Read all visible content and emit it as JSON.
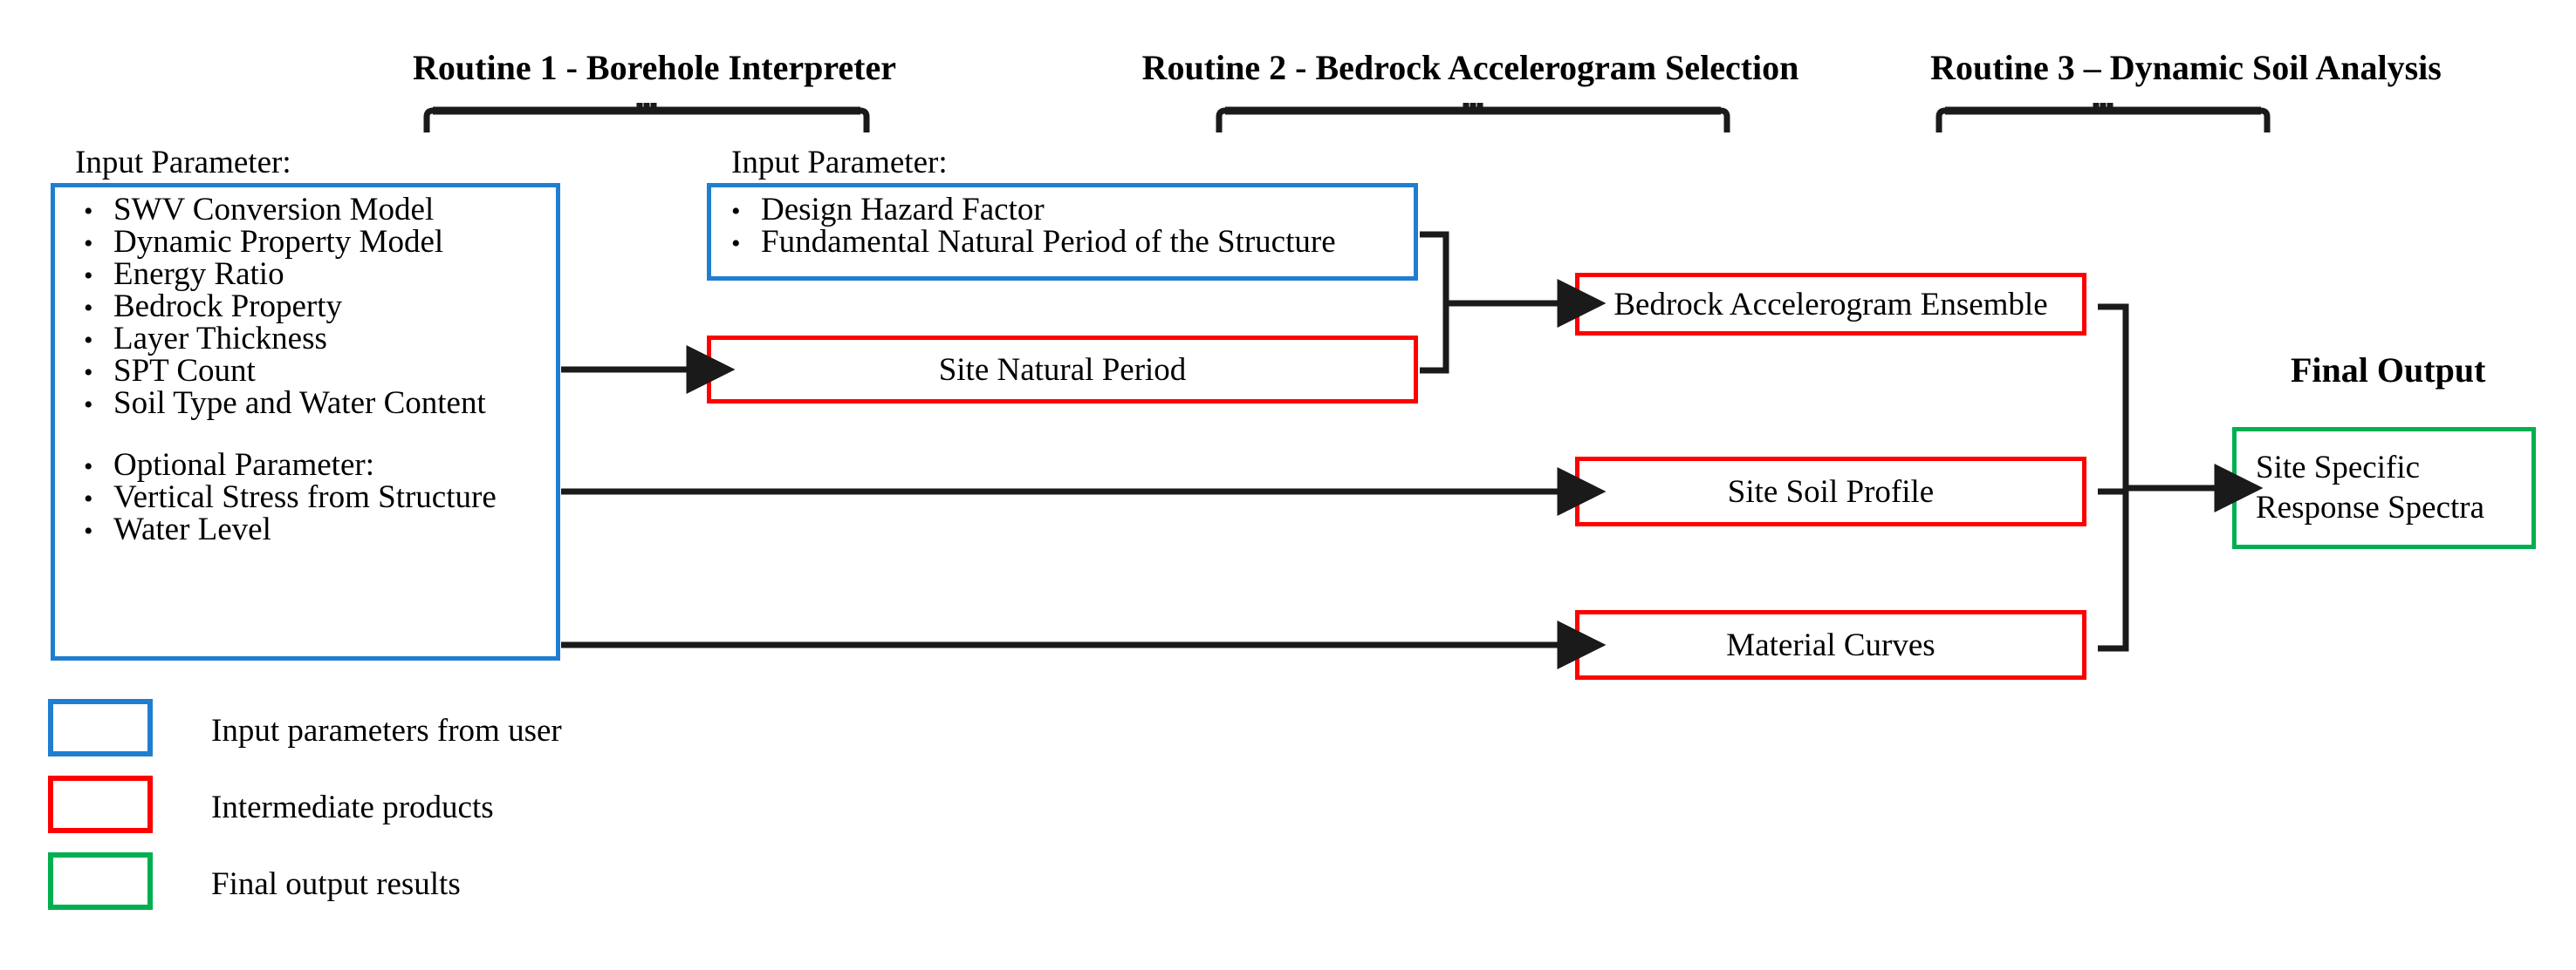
{
  "routines": [
    {
      "title": "Routine 1 - Borehole Interpreter"
    },
    {
      "title": "Routine 2 - Bedrock Accelerogram Selection"
    },
    {
      "title": "Routine 3 – Dynamic Soil Analysis"
    }
  ],
  "routine1": {
    "caption": "Input Parameter:",
    "items": [
      "SWV Conversion Model",
      "Dynamic Property Model",
      "Energy Ratio",
      "Bedrock Property",
      "Layer Thickness",
      "SPT Count",
      "Soil Type and Water Content"
    ],
    "optional_items": [
      "Optional Parameter:",
      "Vertical Stress from Structure",
      "Water Level"
    ]
  },
  "routine2": {
    "caption": "Input Parameter:",
    "items": [
      "Design Hazard Factor",
      "Fundamental Natural Period of the Structure"
    ]
  },
  "intermediate": {
    "site_natural_period": "Site Natural Period",
    "bedrock_accelerogram_ensemble": "Bedrock Accelerogram Ensemble",
    "site_soil_profile": "Site Soil Profile",
    "material_curves": "Material Curves"
  },
  "final": {
    "heading": "Final Output",
    "box_line1": "Site Specific",
    "box_line2": "Response Spectra"
  },
  "legend": [
    {
      "color_key": "blue",
      "label": "Input parameters from user"
    },
    {
      "color_key": "red",
      "label": "Intermediate products"
    },
    {
      "color_key": "green",
      "label": "Final output results"
    }
  ],
  "colors": {
    "input_blue": "#1f7ed0",
    "intermediate_red": "#ff0000",
    "final_green": "#00b050",
    "connector_black": "#1a1a1a",
    "text_black": "#000000",
    "background": "#ffffff"
  }
}
